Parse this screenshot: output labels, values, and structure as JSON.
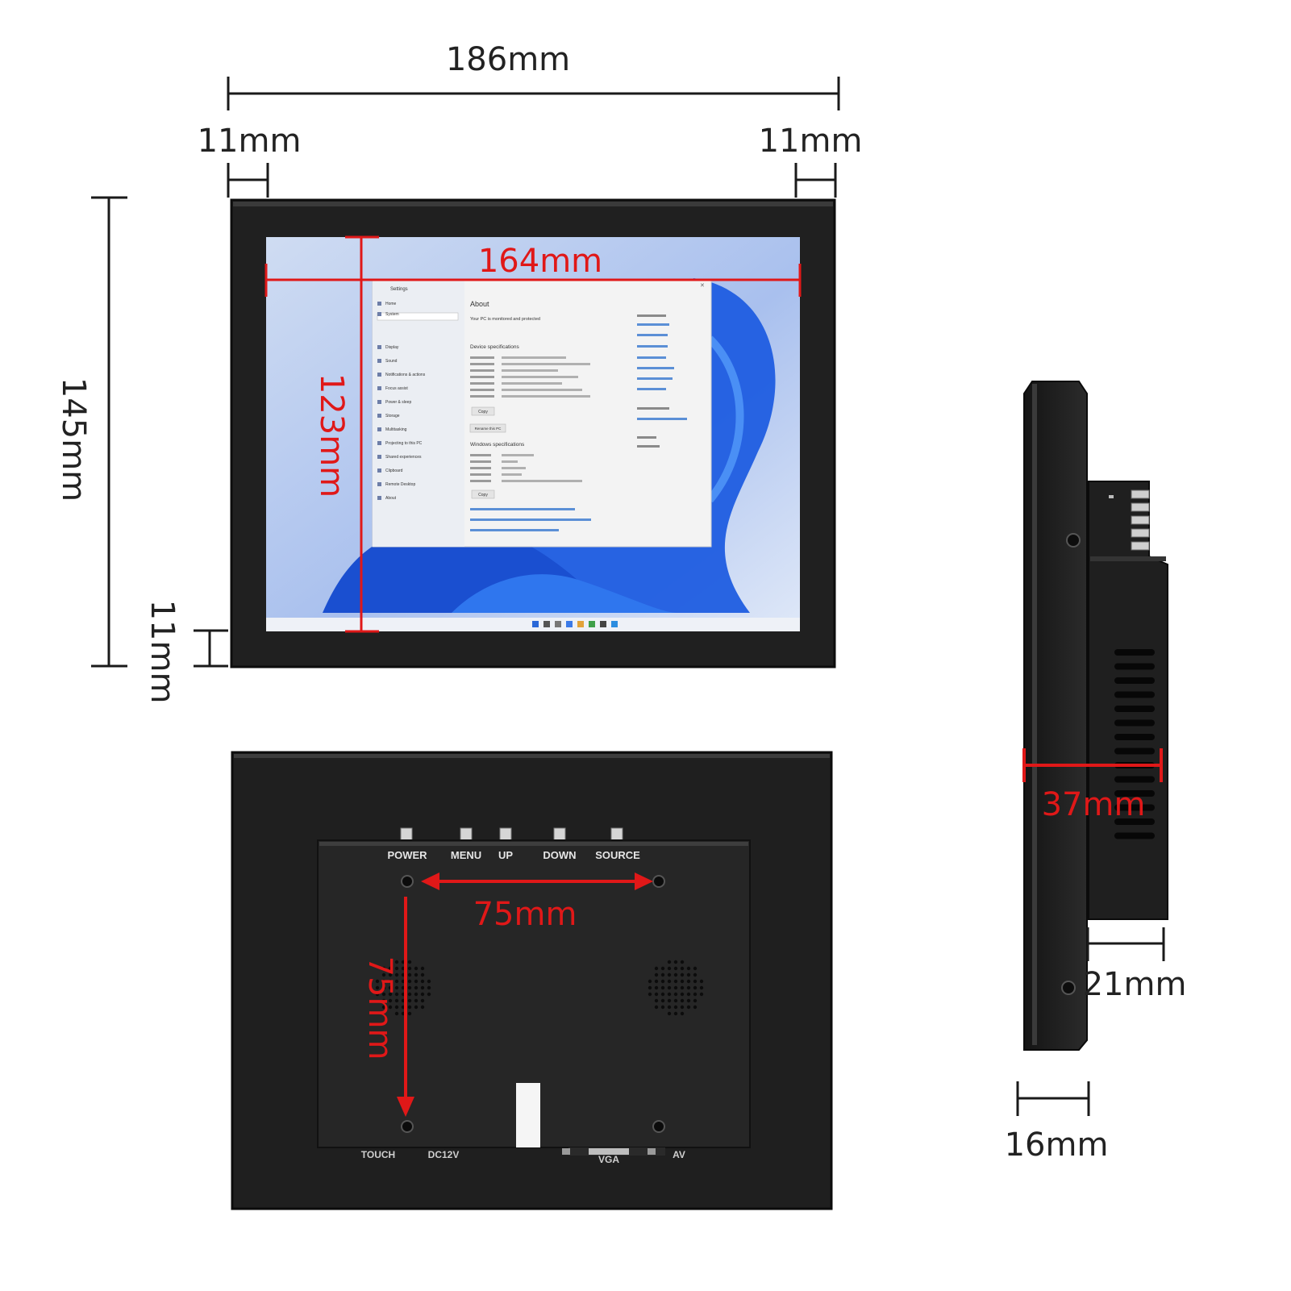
{
  "colors": {
    "dimension_line": "#1a1a1a",
    "highlight_dimension": "#e01818",
    "housing": "#1e1e1e",
    "wallpaper": "#1c4fd8",
    "window_bg": "#f3f3f3"
  },
  "front_view": {
    "overall_width": "186mm",
    "left_bezel": "11mm",
    "right_bezel": "11mm",
    "overall_height": "145mm",
    "bottom_bezel": "11mm",
    "screen_width": "164mm",
    "screen_height": "123mm",
    "settings_window": {
      "app_title": "Settings",
      "page_title": "About",
      "protected_status": "Your PC is monitored and protected",
      "device_section": "Device specifications",
      "windows_section": "Windows specifications",
      "copy_button": "Copy",
      "rename_button": "Rename this PC",
      "nav_items": [
        "Home",
        "System",
        "Display",
        "Sound",
        "Notifications & actions",
        "Focus assist",
        "Power & sleep",
        "Storage",
        "Multitasking",
        "Projecting to this PC",
        "Shared experiences",
        "Clipboard",
        "Remote Desktop",
        "About"
      ]
    }
  },
  "rear_view": {
    "buttons": [
      "POWER",
      "MENU",
      "UP",
      "DOWN",
      "SOURCE"
    ],
    "mount_horizontal": "75mm",
    "mount_vertical": "75mm",
    "ports": [
      "TOUCH",
      "DC12V",
      "VGA",
      "AV"
    ]
  },
  "side_view": {
    "total_depth": "37mm",
    "box_depth": "21mm",
    "frame_depth": "16mm"
  }
}
